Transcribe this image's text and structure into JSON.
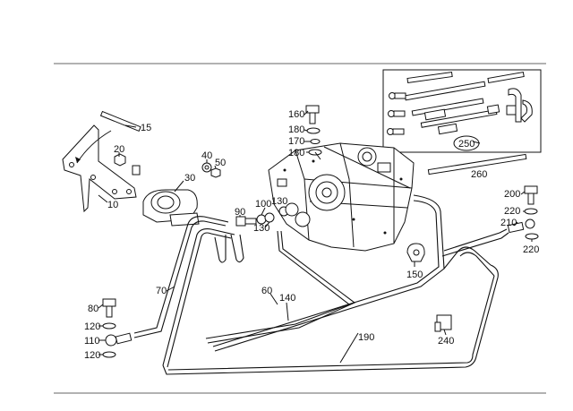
{
  "callouts": [
    {
      "id": "c15",
      "text": "15"
    },
    {
      "id": "c20",
      "text": "20"
    },
    {
      "id": "c10",
      "text": "10"
    },
    {
      "id": "c30",
      "text": "30"
    },
    {
      "id": "c40",
      "text": "40"
    },
    {
      "id": "c50",
      "text": "50"
    },
    {
      "id": "c160",
      "text": "160"
    },
    {
      "id": "c180a",
      "text": "180"
    },
    {
      "id": "c170",
      "text": "170"
    },
    {
      "id": "c180b",
      "text": "180"
    },
    {
      "id": "c250",
      "text": "250"
    },
    {
      "id": "c260",
      "text": "260"
    },
    {
      "id": "c200",
      "text": "200"
    },
    {
      "id": "c220a",
      "text": "220"
    },
    {
      "id": "c210",
      "text": "210"
    },
    {
      "id": "c220b",
      "text": "220"
    },
    {
      "id": "c90",
      "text": "90"
    },
    {
      "id": "c100",
      "text": "100"
    },
    {
      "id": "c130a",
      "text": "130"
    },
    {
      "id": "c130b",
      "text": "130"
    },
    {
      "id": "c150",
      "text": "150"
    },
    {
      "id": "c70",
      "text": "70"
    },
    {
      "id": "c60",
      "text": "60"
    },
    {
      "id": "c140",
      "text": "140"
    },
    {
      "id": "c80",
      "text": "80"
    },
    {
      "id": "c120a",
      "text": "120"
    },
    {
      "id": "c110",
      "text": "110"
    },
    {
      "id": "c120b",
      "text": "120"
    },
    {
      "id": "c190",
      "text": "190"
    },
    {
      "id": "c240",
      "text": "240"
    }
  ]
}
